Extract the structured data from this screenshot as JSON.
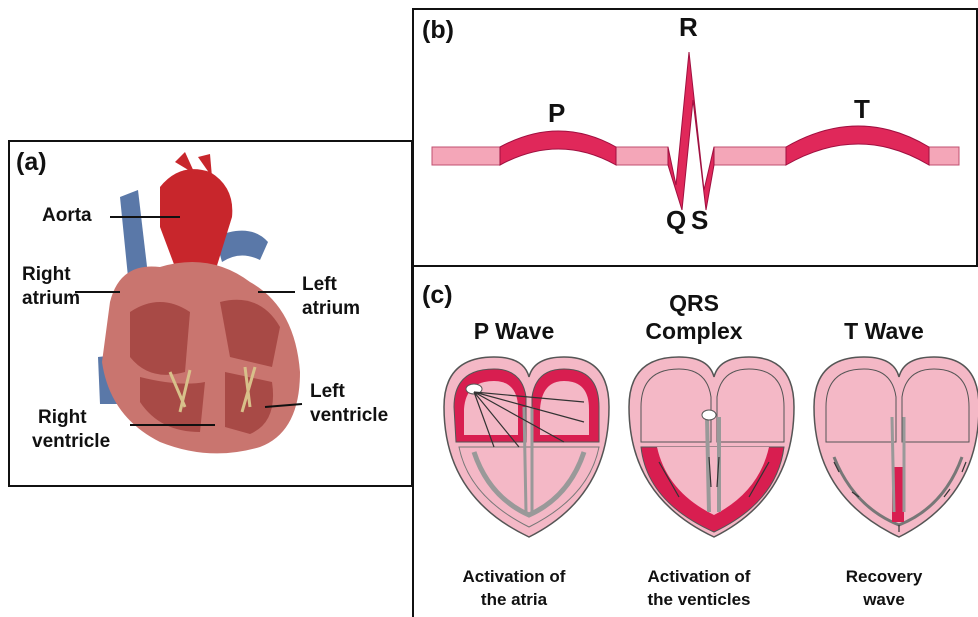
{
  "panel_a": {
    "label": "(a)",
    "labels": {
      "aorta": "Aorta",
      "right_atrium_1": "Right",
      "right_atrium_2": "atrium",
      "left_atrium_1": "Left",
      "left_atrium_2": "atrium",
      "left_ventricle_1": "Left",
      "left_ventricle_2": "ventricle",
      "right_ventricle_1": "Right",
      "right_ventricle_2": "ventricle"
    }
  },
  "panel_b": {
    "label": "(b)",
    "waves": {
      "p": "P",
      "r": "R",
      "q": "Q",
      "s": "S",
      "t": "T"
    }
  },
  "panel_c": {
    "label": "(c)",
    "p_wave": {
      "title": "P Wave",
      "caption_1": "Activation of",
      "caption_2": "the atria"
    },
    "qrs": {
      "title_1": "QRS",
      "title_2": "Complex",
      "caption_1": "Activation of",
      "caption_2": "the venticles"
    },
    "t_wave": {
      "title": "T Wave",
      "caption_1": "Recovery",
      "caption_2": "wave"
    }
  },
  "colors": {
    "myocardium": "#c9756f",
    "chamber": "#a84a46",
    "aorta": "#c8262c",
    "vein": "#5a78a8",
    "ecg_band": "#e0285a",
    "ecg_flat": "#f4a6b8",
    "heart_pink": "#f4b8c6",
    "active_red": "#d81e50"
  }
}
